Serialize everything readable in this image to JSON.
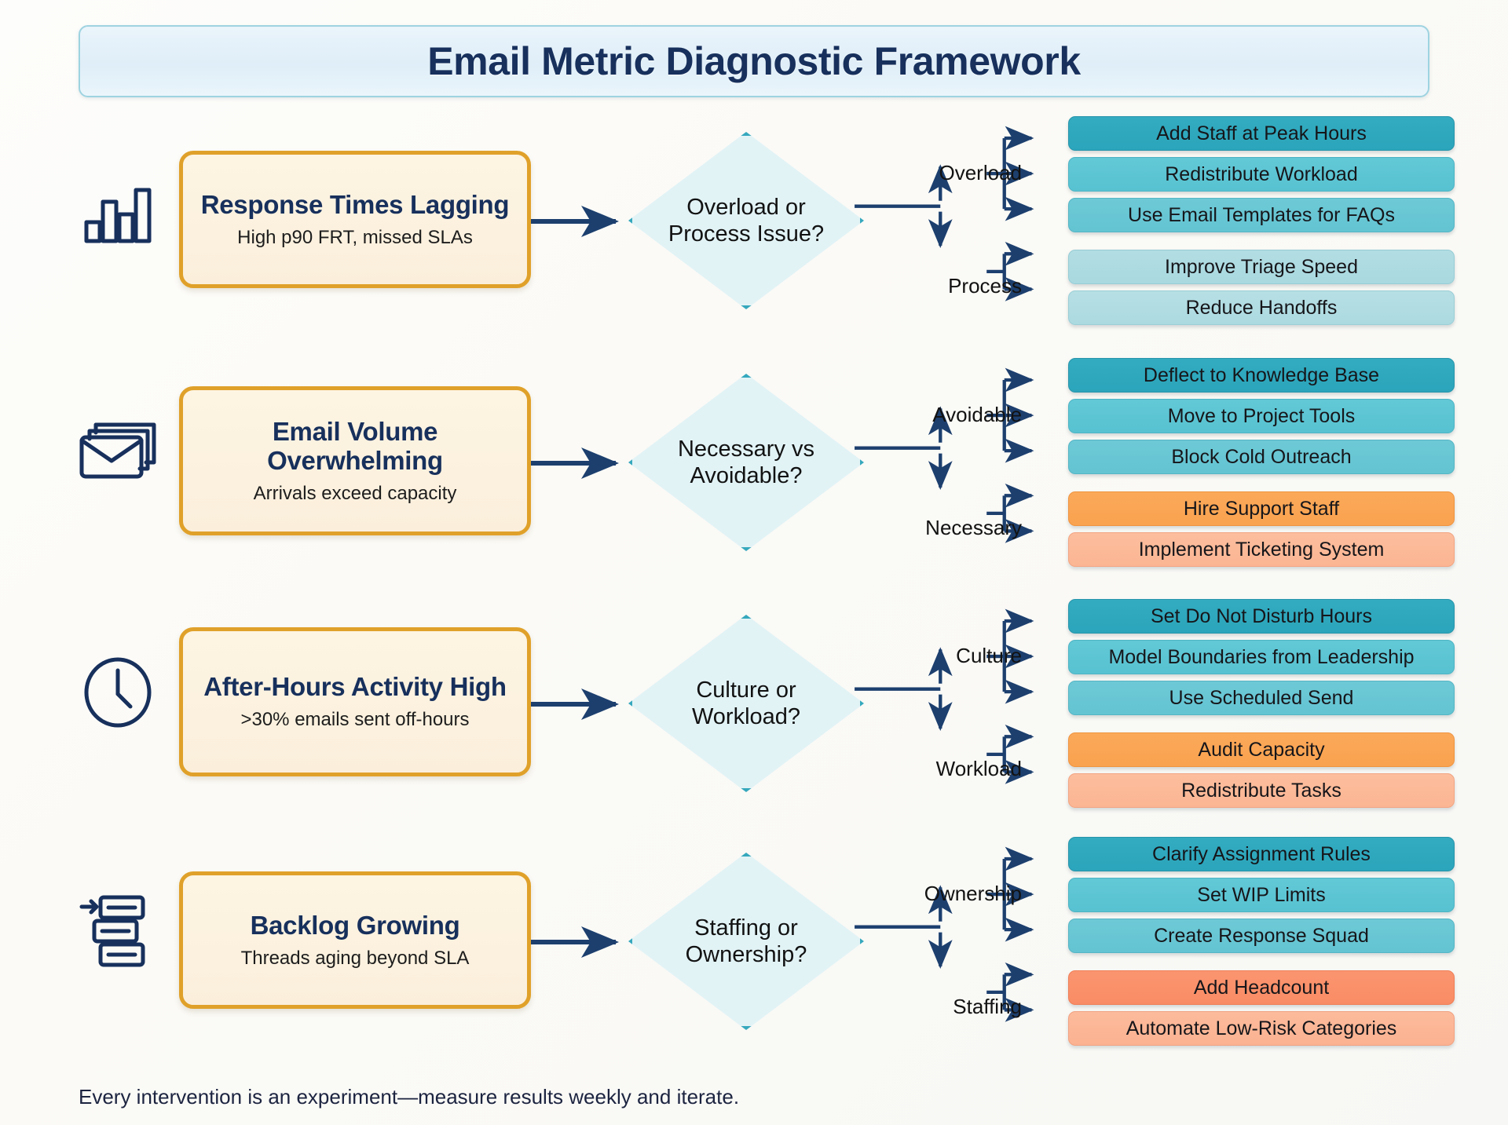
{
  "header": {
    "title": "Email Metric Diagnostic Framework"
  },
  "footer": {
    "note": "Every intervention is an experiment—measure results weekly and iterate."
  },
  "colors": {
    "title_text": "#17305c",
    "title_panel_border": "#9ed3e0",
    "problem_border": "#e0a12a",
    "problem_fill": "#fdf4e2",
    "diamond_border": "#35a8bd",
    "diamond_fill": "#e2f3f6",
    "arrow": "#1c3f6e",
    "teal_dark": "#2ba5bb",
    "teal_mid": "#57c2d1",
    "teal_light": "#a9d9e0",
    "orange": "#f9a24f",
    "orange_light": "#fbb593",
    "salmon": "#f98c65"
  },
  "rows": [
    {
      "icon": "bar-chart-icon",
      "problem": {
        "title": "Response Times Lagging",
        "subtitle": "High p90 FRT, missed SLAs"
      },
      "decision": "Overload or Process Issue?",
      "branches": [
        {
          "label": "Overload",
          "actions": [
            {
              "text": "Add Staff at Peak Hours",
              "style": "t1"
            },
            {
              "text": "Redistribute Workload",
              "style": "t2"
            },
            {
              "text": "Use Email Templates for FAQs",
              "style": "t3"
            }
          ]
        },
        {
          "label": "Process",
          "actions": [
            {
              "text": "Improve Triage Speed",
              "style": "l1"
            },
            {
              "text": "Reduce Handoffs",
              "style": "l2"
            }
          ]
        }
      ]
    },
    {
      "icon": "stacked-envelopes-icon",
      "problem": {
        "title": "Email Volume Overwhelming",
        "subtitle": "Arrivals exceed capacity"
      },
      "decision": "Necessary vs Avoidable?",
      "branches": [
        {
          "label": "Avoidable",
          "actions": [
            {
              "text": "Deflect to Knowledge Base",
              "style": "t1"
            },
            {
              "text": "Move to Project Tools",
              "style": "t2"
            },
            {
              "text": "Block Cold Outreach",
              "style": "t3"
            }
          ]
        },
        {
          "label": "Necessary",
          "actions": [
            {
              "text": "Hire Support Staff",
              "style": "o1"
            },
            {
              "text": "Implement Ticketing System",
              "style": "o2"
            }
          ]
        }
      ]
    },
    {
      "icon": "clock-icon",
      "problem": {
        "title": "After-Hours Activity High",
        "subtitle": ">30% emails sent off-hours"
      },
      "decision": "Culture or Workload?",
      "branches": [
        {
          "label": "Culture",
          "actions": [
            {
              "text": "Set Do Not Disturb Hours",
              "style": "t1"
            },
            {
              "text": "Model Boundaries from Leadership",
              "style": "t2"
            },
            {
              "text": "Use Scheduled Send",
              "style": "t3"
            }
          ]
        },
        {
          "label": "Workload",
          "actions": [
            {
              "text": "Audit Capacity",
              "style": "o1"
            },
            {
              "text": "Redistribute Tasks",
              "style": "o2"
            }
          ]
        }
      ]
    },
    {
      "icon": "backlog-queue-icon",
      "problem": {
        "title": "Backlog Growing",
        "subtitle": "Threads aging beyond SLA"
      },
      "decision": "Staffing or Ownership?",
      "branches": [
        {
          "label": "Ownership",
          "actions": [
            {
              "text": "Clarify Assignment Rules",
              "style": "t1"
            },
            {
              "text": "Set WIP Limits",
              "style": "t2"
            },
            {
              "text": "Create Response Squad",
              "style": "t3"
            }
          ]
        },
        {
          "label": "Staffing",
          "actions": [
            {
              "text": "Add Headcount",
              "style": "s1"
            },
            {
              "text": "Automate Low-Risk Categories",
              "style": "s2"
            }
          ]
        }
      ]
    }
  ]
}
